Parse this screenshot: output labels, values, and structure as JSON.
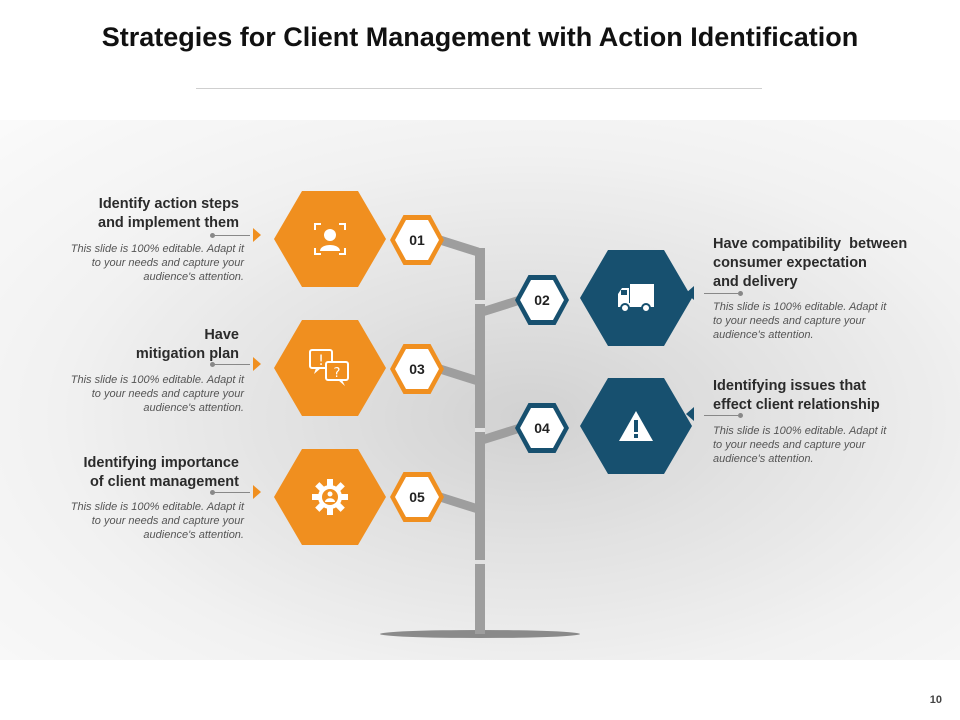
{
  "title": "Strategies for Client Management with Action Identification",
  "colors": {
    "orange": "#f08f1f",
    "blue": "#17506f",
    "stem": "#9e9e9e"
  },
  "steps": [
    {
      "number": "01",
      "title_lines": [
        "Identify action steps",
        "and implement them"
      ],
      "body_lines": [
        "This slide is 100% editable. Adapt it",
        "to your needs and capture your",
        "audience's attention."
      ],
      "icon": "user-focus-icon"
    },
    {
      "number": "02",
      "title_lines": [
        "Have compatibility  between",
        "consumer expectation",
        "and delivery"
      ],
      "body_lines": [
        "This slide is 100% editable. Adapt it",
        "to your needs and capture your",
        "audience's attention."
      ],
      "icon": "truck-icon"
    },
    {
      "number": "03",
      "title_lines": [
        "Have",
        "mitigation plan"
      ],
      "body_lines": [
        "This slide is 100% editable. Adapt it",
        "to your needs and capture your",
        "audience's attention."
      ],
      "icon": "question-chat-icon"
    },
    {
      "number": "04",
      "title_lines": [
        "Identifying issues that",
        "effect client relationship"
      ],
      "body_lines": [
        "This slide is 100% editable. Adapt it",
        "to your needs and capture your",
        "audience's attention."
      ],
      "icon": "warning-icon"
    },
    {
      "number": "05",
      "title_lines": [
        "Identifying importance",
        "of client management"
      ],
      "body_lines": [
        "This slide is 100% editable. Adapt it",
        "to your needs and capture your",
        "audience's attention."
      ],
      "icon": "gear-icon"
    }
  ],
  "page_number": "10"
}
